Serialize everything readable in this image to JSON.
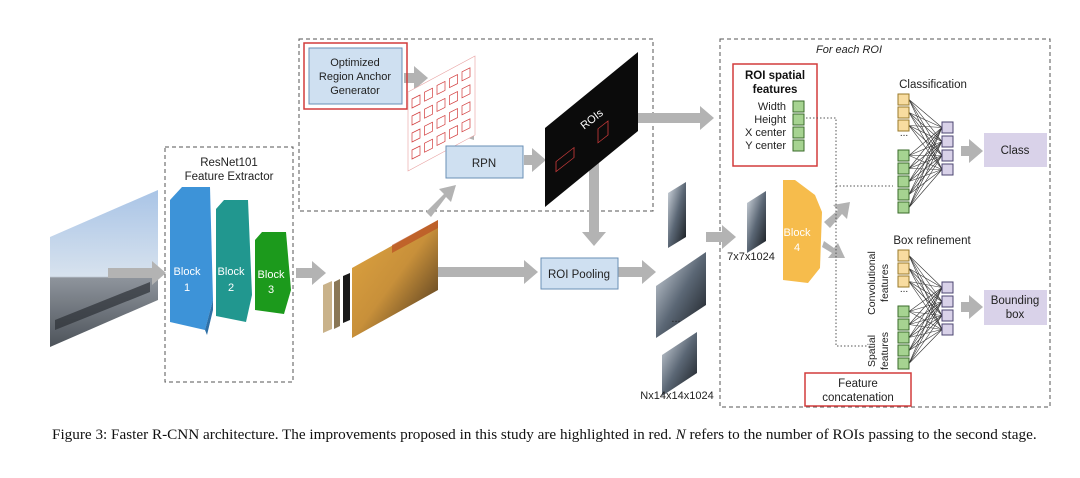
{
  "diagram": {
    "feature_extractor": {
      "title_line1": "ResNet101",
      "title_line2": "Feature Extractor"
    },
    "blocks": [
      {
        "label": "Block",
        "number": "1"
      },
      {
        "label": "Block",
        "number": "2"
      },
      {
        "label": "Block",
        "number": "3"
      },
      {
        "label": "Block",
        "number": "4"
      }
    ],
    "anchor_generator": {
      "line1": "Optimized",
      "line2": "Region Anchor",
      "line3": "Generator"
    },
    "rpn": "RPN",
    "rois": "ROIs",
    "roi_pooling": "ROI Pooling",
    "for_each_roi": "For each ROI",
    "roi_spatial_features": {
      "title_line1": "ROI spatial",
      "title_line2": "features",
      "items": [
        "Width",
        "Height",
        "X center",
        "Y center"
      ]
    },
    "dims": {
      "pooled": "Nx14x14x1024",
      "block4_input": "7x7x1024"
    },
    "ellipsis": "...",
    "classification": "Classification",
    "box_refinement": "Box refinement",
    "convolutional_features": {
      "line1": "Convolutional",
      "line2": "features"
    },
    "spatial_features": {
      "line1": "Spatial",
      "line2": "features"
    },
    "class_output": "Class",
    "bbox_output": {
      "line1": "Bounding",
      "line2": "box"
    },
    "feature_concat": {
      "line1": "Feature",
      "line2": "concatenation"
    },
    "colors": {
      "highlight_red": "#d23c3c",
      "light_blue_box": "#cfe0f1",
      "lavender_box": "#d9d2e9",
      "block1": "#3d93d8",
      "block2": "#21978f",
      "block3": "#1c9a1c",
      "block4": "#f6bc4c",
      "arrow_gray": "#b3b3b3"
    }
  },
  "caption": {
    "prefix": "Figure 3: Faster R-CNN architecture. The improvements proposed in this study are highlighted in red. ",
    "variable": "N",
    "suffix": " refers to the number of ROIs passing to the second stage."
  }
}
